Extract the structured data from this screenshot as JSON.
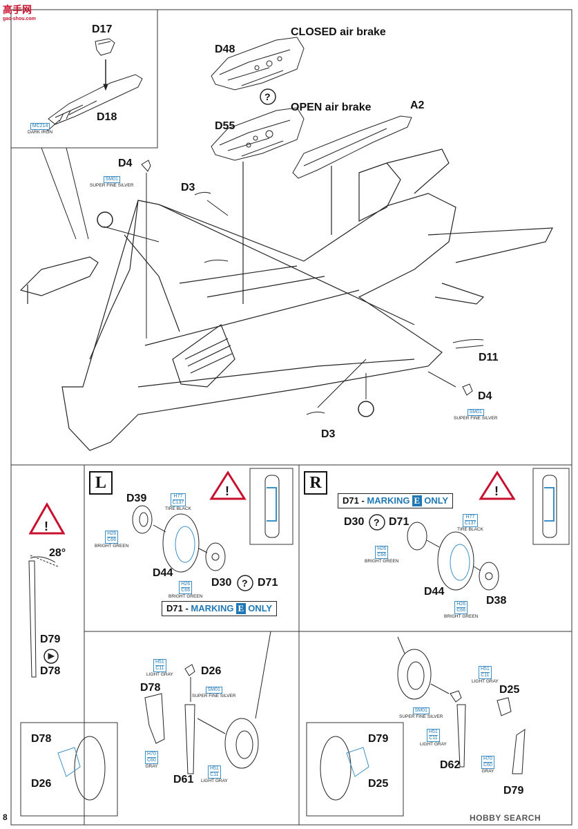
{
  "watermark": {
    "logo": "高手网",
    "site": "gao-shou.com",
    "footer": "HOBBY SEARCH"
  },
  "page_number": "8",
  "main_section": {
    "parts": {
      "d17": "D17",
      "d18": "D18",
      "d48": "D48",
      "d55": "D55",
      "a2": "A2",
      "d4_top": "D4",
      "d3_top": "D3",
      "d11": "D11",
      "d4_right": "D4",
      "d3_bottom": "D3"
    },
    "captions": {
      "closed": "CLOSED air brake",
      "open": "OPEN air brake"
    },
    "paints": {
      "mc214": {
        "code": "MC214",
        "name": "DARK IRON"
      },
      "sm01_a": {
        "code": "SM01",
        "name": "SUPER FINE SILVER"
      },
      "sm01_b": {
        "code": "SM01",
        "name": "SUPER FINE SILVER"
      }
    }
  },
  "left_wheel": {
    "letter": "L",
    "parts": {
      "d39": "D39",
      "d44": "D44",
      "d30": "D30",
      "d71": "D71"
    },
    "paints": {
      "h77": {
        "code": "H77",
        "code2": "C137",
        "name": "TIRE BLACK"
      },
      "h26_a": {
        "code": "H26",
        "code2": "C66",
        "name": "BRIGHT GREEN"
      },
      "h26_b": {
        "code": "H26",
        "code2": "C66",
        "name": "BRIGHT GREEN"
      }
    },
    "marking": {
      "prefix": "D71 - ",
      "word": "MARKING",
      "letter": "E",
      "suffix": "ONLY"
    }
  },
  "right_wheel": {
    "letter": "R",
    "parts": {
      "d30": "D30",
      "d71": "D71",
      "d44": "D44",
      "d38": "D38"
    },
    "paints": {
      "h77": {
        "code": "H77",
        "code2": "C137",
        "name": "TIRE BLACK"
      },
      "h26_a": {
        "code": "H26",
        "code2": "C66",
        "name": "BRIGHT GREEN"
      },
      "h26_b": {
        "code": "H26",
        "code2": "C66",
        "name": "BRIGHT GREEN"
      }
    },
    "marking": {
      "prefix": "D71 - ",
      "word": "MARKING",
      "letter": "E",
      "suffix": "ONLY"
    }
  },
  "strut_angle": {
    "angle": "28°",
    "d79": "D79",
    "d78": "D78"
  },
  "left_gear": {
    "parts": {
      "d26": "D26",
      "d78": "D78",
      "d61": "D61",
      "inset_d78": "D78",
      "inset_d26": "D26"
    },
    "paints": {
      "h51_a": {
        "code": "H51",
        "code2": "C11",
        "name": "LIGHT GRAY"
      },
      "sm01": {
        "code": "SM01",
        "name": "SUPER FINE SILVER"
      },
      "h70": {
        "code": "H70",
        "code2": "C60",
        "name": "GRAY"
      },
      "h51_b": {
        "code": "H51",
        "code2": "C11",
        "name": "LIGHT GRAY"
      }
    }
  },
  "right_gear": {
    "parts": {
      "d25": "D25",
      "d62": "D62",
      "d79": "D79",
      "inset_d79": "D79",
      "inset_d25": "D25"
    },
    "paints": {
      "h51_a": {
        "code": "H51",
        "code2": "C11",
        "name": "LIGHT GRAY"
      },
      "sm01": {
        "code": "SM01",
        "name": "SUPER FINE SILVER"
      },
      "h51_b": {
        "code": "H51",
        "code2": "C11",
        "name": "LIGHT GRAY"
      },
      "h70": {
        "code": "H70",
        "code2": "C60",
        "name": "GRAY"
      }
    }
  }
}
